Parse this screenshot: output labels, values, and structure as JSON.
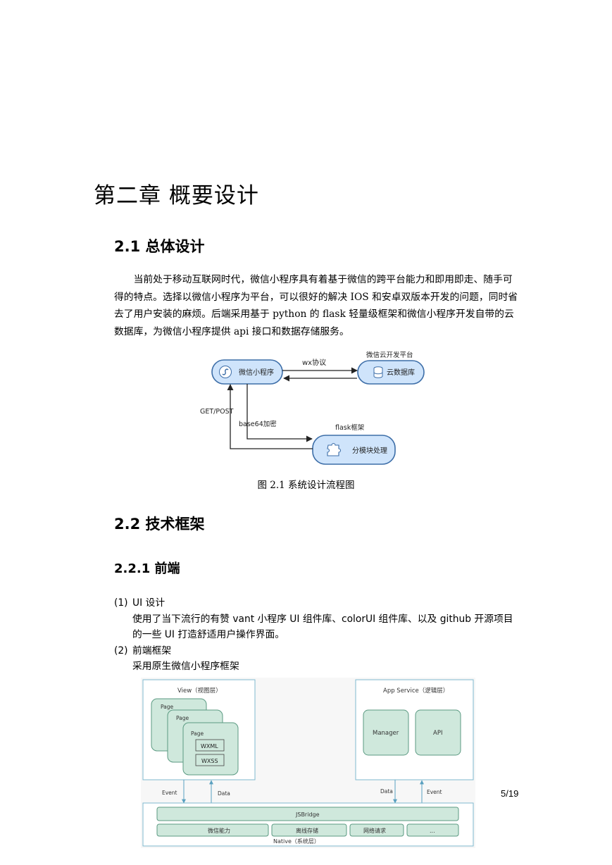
{
  "chapter_title": "第二章  概要设计",
  "section_2_1": {
    "title": "2.1  总体设计"
  },
  "paragraph": "当前处于移动互联网时代，微信小程序具有着基于微信的跨平台能力和即用即走、随手可得的特点。选择以微信小程序为平台，可以很好的解决 IOS 和安卓双版本开发的问题，同时省去了用户安装的麻烦。后端采用基于 python 的 flask 轻量级框架和微信小程序开发自带的云数据库，为微信小程序提供 api 接口和数据存储服务。",
  "figure_2_1": {
    "caption": "图 2.1  系统设计流程图",
    "node_miniprogram": "微信小程序",
    "node_clouddb": "云数据库",
    "node_module": "分模块处理",
    "label_wx_protocol": "wx协议",
    "label_cloud_platform": "微信云开发平台",
    "label_get_post": "GET/POST",
    "label_base64": "base64加密",
    "label_flask": "flask框架"
  },
  "section_2_2": {
    "title": "2.2  技术框架"
  },
  "section_2_2_1": {
    "title": "2.2.1  前端"
  },
  "list": [
    {
      "num": "(1)",
      "head": "UI 设计",
      "body": "使用了当下流行的有赞 vant 小程序 UI 组件库、colorUI 组件库、以及 github 开源项目的一些 UI 打造舒适用户操作界面。"
    },
    {
      "num": "(2)",
      "head": "前端框架",
      "body": "采用原生微信小程序框架"
    }
  ],
  "figure_2_2": {
    "view_title": "View（视图层）",
    "page1": "Page",
    "page2": "Page",
    "page3": "Page",
    "wxml": "WXML",
    "wxss": "WXSS",
    "app_service_title": "App Service（逻辑层）",
    "manager": "Manager",
    "api": "API",
    "event_left": "Event",
    "data_left": "Data",
    "data_right": "Data",
    "event_right": "Event",
    "jsbridge": "JSBridge",
    "wechat_ability": "微信能力",
    "offline_storage": "离线存储",
    "network_request": "网络请求",
    "ellipsis": "...",
    "native_title": "Native（系统层）"
  },
  "page_number": "5/19",
  "colors": {
    "node_fill": "#cfe4fb",
    "node_stroke": "#3d6ea8",
    "framework_fill": "#cfe8dc",
    "framework_stroke": "#5b9a82",
    "box_stroke": "#7fb9cf"
  }
}
